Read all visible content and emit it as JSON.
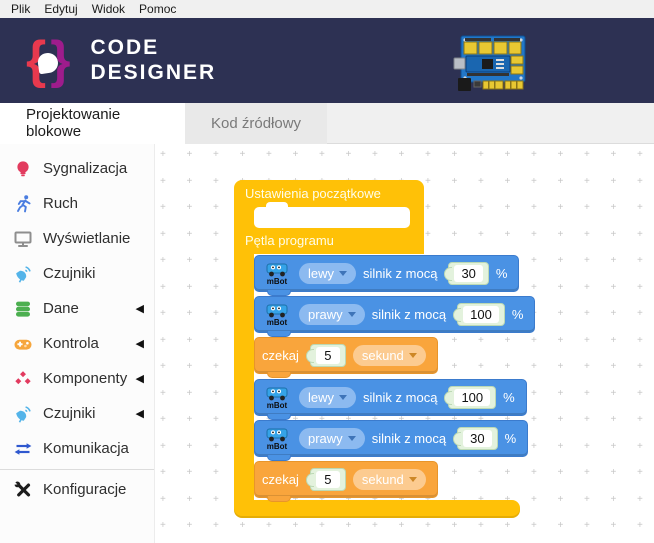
{
  "menu": {
    "items": [
      "Plik",
      "Edytuj",
      "Widok",
      "Pomoc"
    ]
  },
  "brand": {
    "brace_left": "{",
    "brace_right": "}",
    "line1": "CODE",
    "line2": "DESIGNER"
  },
  "tabs": [
    {
      "label": "Projektowanie blokowe",
      "active": true
    },
    {
      "label": "Kod źródłowy",
      "active": false
    }
  ],
  "sidebar": {
    "submenu_marker": "◀",
    "items": [
      {
        "label": "Sygnalizacja"
      },
      {
        "label": "Ruch"
      },
      {
        "label": "Wyświetlanie"
      },
      {
        "label": "Czujniki"
      },
      {
        "label": "Dane"
      },
      {
        "label": "Kontrola"
      },
      {
        "label": "Komponenty"
      },
      {
        "label": "Czujniki"
      },
      {
        "label": "Komunikacja"
      },
      {
        "label": "Konfiguracje"
      }
    ]
  },
  "workspace": {
    "setup_block_label": "Ustawienia początkowe",
    "loop_block_label": "Pętla programu",
    "blocks": [
      {
        "type": "motor",
        "device": "mBot",
        "side": "lewy",
        "text": "silnik z mocą",
        "value": "30",
        "unit": "%"
      },
      {
        "type": "motor",
        "device": "mBot",
        "side": "prawy",
        "text": "silnik z mocą",
        "value": "100",
        "unit": "%"
      },
      {
        "type": "wait",
        "label": "czekaj",
        "value": "5",
        "unit": "sekund"
      },
      {
        "type": "motor",
        "device": "mBot",
        "side": "lewy",
        "text": "silnik z mocą",
        "value": "100",
        "unit": "%"
      },
      {
        "type": "motor",
        "device": "mBot",
        "side": "prawy",
        "text": "silnik z mocą",
        "value": "30",
        "unit": "%"
      },
      {
        "type": "wait",
        "label": "czekaj",
        "value": "5",
        "unit": "sekund"
      }
    ]
  },
  "colors": {
    "header_navy": "#2d3153",
    "brand_red": "#e8394e",
    "brand_purple": "#9e1c8c",
    "block_yellow": "#ffc107",
    "block_blue": "#4a92e4",
    "block_orange": "#f9a53c",
    "value_green": "#e3f2dd"
  }
}
